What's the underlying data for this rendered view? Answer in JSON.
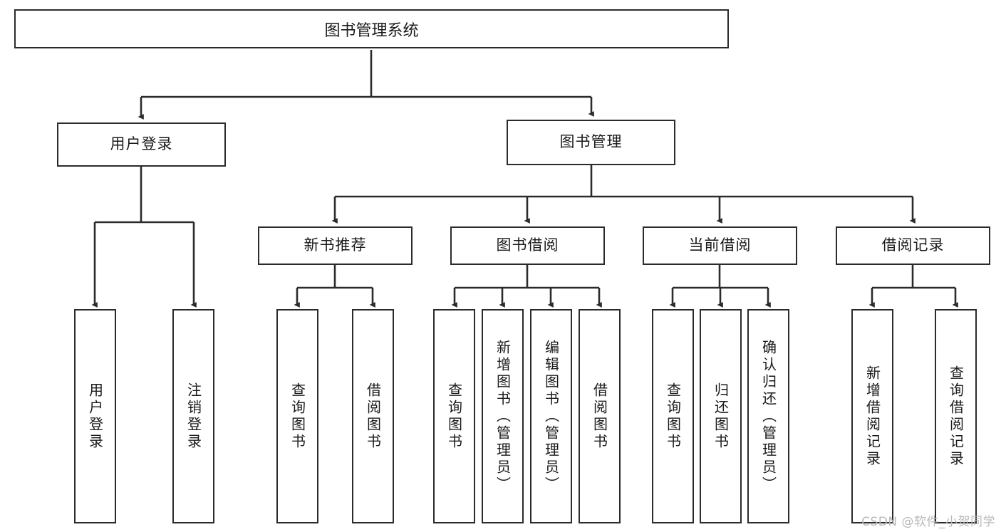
{
  "diagram": {
    "title": "图书管理系统",
    "watermark": "CSDN @软件_小贺同学",
    "type": "tree-structure-chart",
    "orientation": "top-down",
    "line_color": "#2b2b2b",
    "box_fill": "#ffffff",
    "text_color": "#1a1a1a",
    "watermark_color": "#b9b9b9"
  },
  "nodes": {
    "root": {
      "label": "图书管理系统"
    },
    "level1": [
      {
        "id": "user-login",
        "label": "用户登录"
      },
      {
        "id": "book-manage",
        "label": "图书管理"
      }
    ],
    "level2": [
      {
        "id": "new-book-recommend",
        "label": "新书推荐",
        "parent": "book-manage"
      },
      {
        "id": "book-borrow",
        "label": "图书借阅",
        "parent": "book-manage"
      },
      {
        "id": "current-borrow",
        "label": "当前借阅",
        "parent": "book-manage"
      },
      {
        "id": "borrow-record",
        "label": "借阅记录",
        "parent": "book-manage"
      }
    ],
    "leaves": [
      {
        "id": "leaf-user-login",
        "label": "用户登录",
        "parent": "user-login"
      },
      {
        "id": "leaf-logout-login",
        "label": "注销登录",
        "parent": "user-login"
      },
      {
        "id": "leaf-query-book-1",
        "label": "查询图书",
        "parent": "new-book-recommend"
      },
      {
        "id": "leaf-borrow-book-1",
        "label": "借阅图书",
        "parent": "new-book-recommend"
      },
      {
        "id": "leaf-query-book-2",
        "label": "查询图书",
        "parent": "book-borrow"
      },
      {
        "id": "leaf-add-book",
        "label": "新增图书（管理员）",
        "parent": "book-borrow"
      },
      {
        "id": "leaf-edit-book",
        "label": "编辑图书（管理员）",
        "parent": "book-borrow"
      },
      {
        "id": "leaf-borrow-book-2",
        "label": "借阅图书",
        "parent": "book-borrow"
      },
      {
        "id": "leaf-query-book-3",
        "label": "查询图书",
        "parent": "current-borrow"
      },
      {
        "id": "leaf-return-book",
        "label": "归还图书",
        "parent": "current-borrow"
      },
      {
        "id": "leaf-confirm-return",
        "label": "确认归还（管理员）",
        "parent": "current-borrow"
      },
      {
        "id": "leaf-add-record",
        "label": "新增借阅记录",
        "parent": "borrow-record"
      },
      {
        "id": "leaf-query-record",
        "label": "查询借阅记录",
        "parent": "borrow-record"
      }
    ]
  }
}
